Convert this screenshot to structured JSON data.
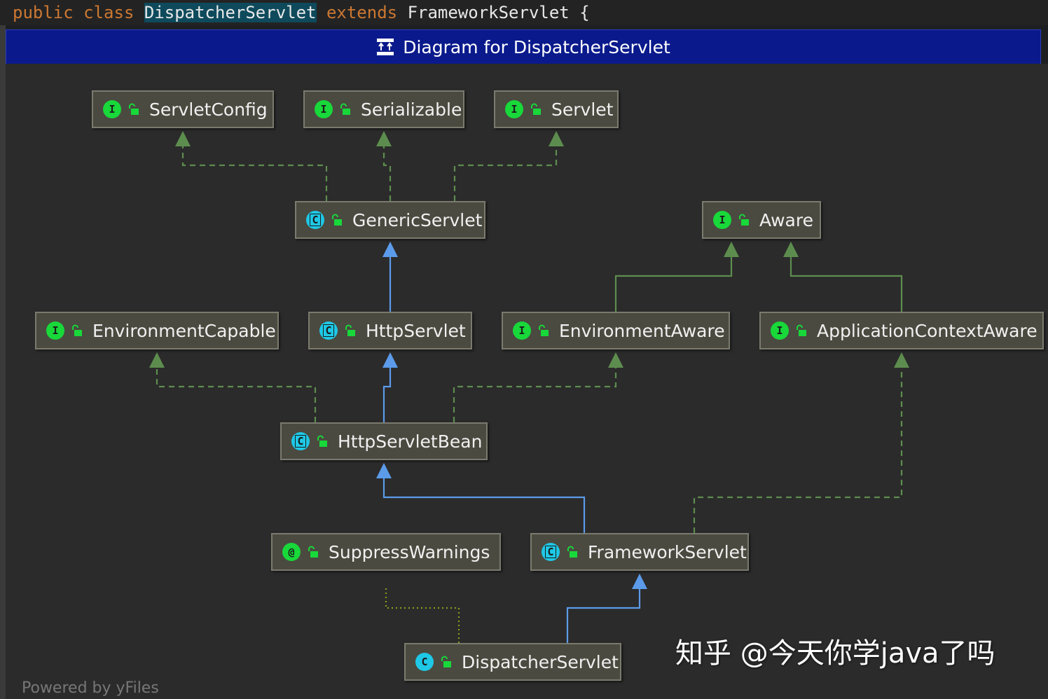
{
  "editor": {
    "kw_public": "public",
    "kw_class": "class",
    "class_name": "DispatcherServlet",
    "kw_extends": "extends",
    "super_name": "FrameworkServlet",
    "brace": "{"
  },
  "diagram": {
    "title": "Diagram for DispatcherServlet",
    "nodes": [
      {
        "id": "servlet-config",
        "label": "ServletConfig",
        "kind": "interface",
        "badge": "I"
      },
      {
        "id": "serializable",
        "label": "Serializable",
        "kind": "interface",
        "badge": "I"
      },
      {
        "id": "servlet",
        "label": "Servlet",
        "kind": "interface",
        "badge": "I"
      },
      {
        "id": "generic-servlet",
        "label": "GenericServlet",
        "kind": "abstract",
        "badge": "C"
      },
      {
        "id": "aware",
        "label": "Aware",
        "kind": "interface",
        "badge": "I"
      },
      {
        "id": "environment-capable",
        "label": "EnvironmentCapable",
        "kind": "interface",
        "badge": "I"
      },
      {
        "id": "http-servlet",
        "label": "HttpServlet",
        "kind": "abstract",
        "badge": "C"
      },
      {
        "id": "environment-aware",
        "label": "EnvironmentAware",
        "kind": "interface",
        "badge": "I"
      },
      {
        "id": "application-context-aware",
        "label": "ApplicationContextAware",
        "kind": "interface",
        "badge": "I"
      },
      {
        "id": "http-servlet-bean",
        "label": "HttpServletBean",
        "kind": "abstract",
        "badge": "C"
      },
      {
        "id": "suppress-warnings",
        "label": "SuppressWarnings",
        "kind": "annotation",
        "badge": "@"
      },
      {
        "id": "framework-servlet",
        "label": "FrameworkServlet",
        "kind": "abstract",
        "badge": "C"
      },
      {
        "id": "dispatcher-servlet",
        "label": "DispatcherServlet",
        "kind": "class",
        "badge": "C"
      }
    ],
    "edges": [
      {
        "from": "generic-servlet",
        "to": "servlet-config",
        "type": "implements"
      },
      {
        "from": "generic-servlet",
        "to": "serializable",
        "type": "implements"
      },
      {
        "from": "generic-servlet",
        "to": "servlet",
        "type": "implements"
      },
      {
        "from": "http-servlet",
        "to": "generic-servlet",
        "type": "extends"
      },
      {
        "from": "environment-aware",
        "to": "aware",
        "type": "extends-interface"
      },
      {
        "from": "application-context-aware",
        "to": "aware",
        "type": "extends-interface"
      },
      {
        "from": "http-servlet-bean",
        "to": "environment-capable",
        "type": "implements"
      },
      {
        "from": "http-servlet-bean",
        "to": "http-servlet",
        "type": "extends"
      },
      {
        "from": "http-servlet-bean",
        "to": "environment-aware",
        "type": "implements"
      },
      {
        "from": "framework-servlet",
        "to": "http-servlet-bean",
        "type": "extends"
      },
      {
        "from": "framework-servlet",
        "to": "application-context-aware",
        "type": "implements"
      },
      {
        "from": "dispatcher-servlet",
        "to": "framework-servlet",
        "type": "extends"
      },
      {
        "from": "dispatcher-servlet",
        "to": "suppress-warnings",
        "type": "annotated"
      }
    ],
    "colors": {
      "extends": "#5b9bea",
      "implements": "#5d8d4e",
      "extends-interface": "#5d8d4e",
      "annotated": "#8a9a1e",
      "node_bg": "#4a4a40",
      "canvas_bg": "#2b2b2b",
      "title_bg": "#0a1a8c"
    }
  },
  "footer": {
    "powered_by": "Powered by yFiles"
  },
  "watermark": "知乎 @今天你学java了吗"
}
